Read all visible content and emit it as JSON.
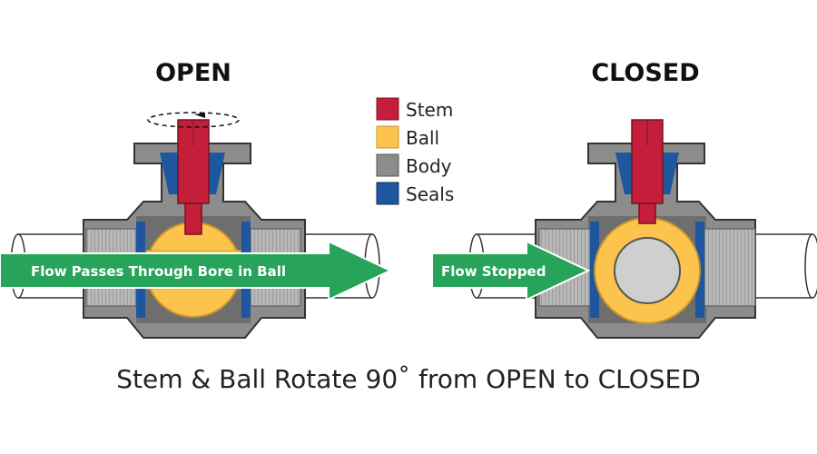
{
  "titles": {
    "open": "OPEN",
    "closed": "CLOSED"
  },
  "legend": [
    {
      "label": "Stem",
      "color": "#c41e3a"
    },
    {
      "label": "Ball",
      "color": "#fcc44c"
    },
    {
      "label": "Body",
      "color": "#8c8c8c"
    },
    {
      "label": "Seals",
      "color": "#1e56a0"
    }
  ],
  "flow": {
    "open_label": "Flow  Passes Through Bore in Ball",
    "closed_label": "Flow  Stopped",
    "arrow_color": "#27a35a"
  },
  "caption": "Stem & Ball Rotate 90˚ from OPEN to CLOSED",
  "colors": {
    "stem": "#c41e3a",
    "ball": "#fcc44c",
    "body": "#8c8c8c",
    "body_dark": "#6e6e6e",
    "seals": "#1e56a0",
    "pipe": "#ffffff",
    "thread": "#b0b0b0"
  }
}
